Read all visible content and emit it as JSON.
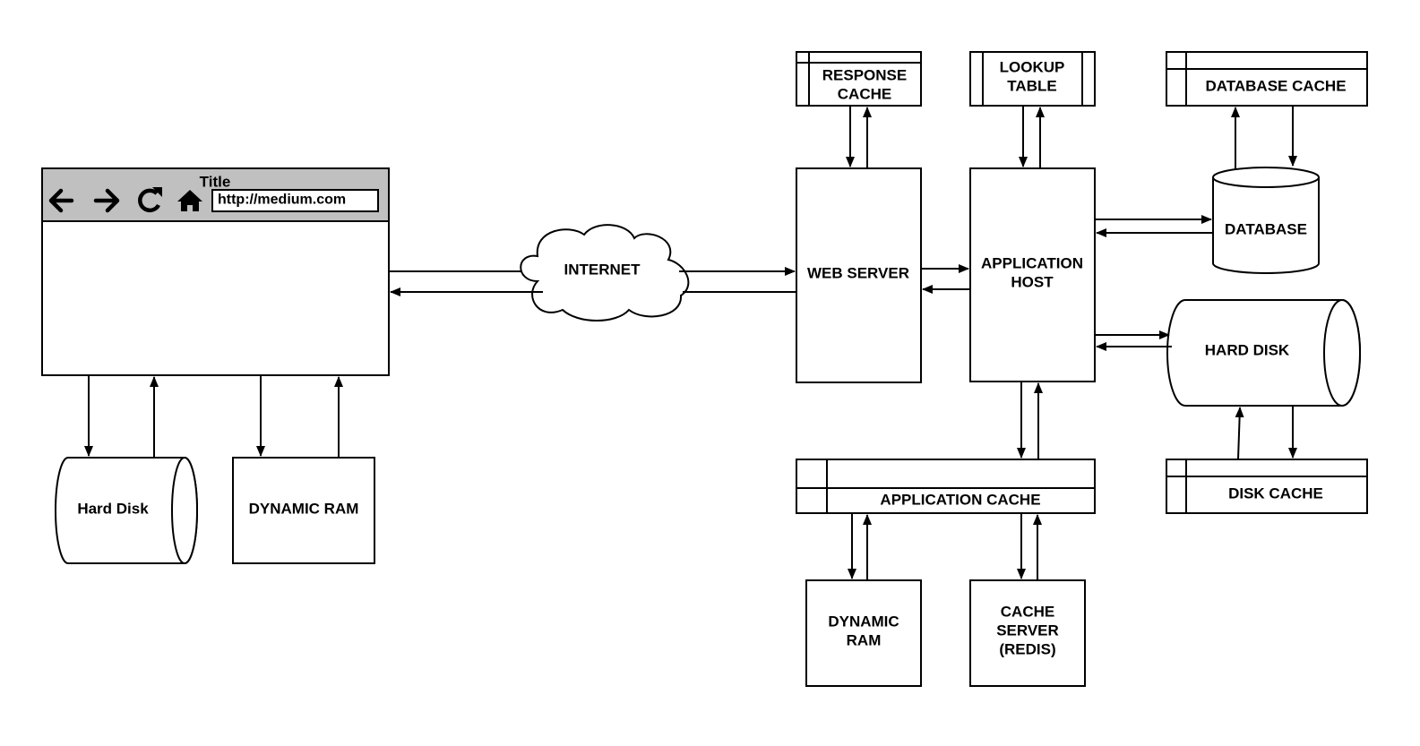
{
  "browser": {
    "title": "Title",
    "url": "http://medium.com",
    "icons": [
      "back-arrow-icon",
      "forward-arrow-icon",
      "reload-icon",
      "home-icon"
    ],
    "toolbar_color": "#c0c0c0"
  },
  "nodes": {
    "client_hard_disk": "Hard Disk",
    "client_dynamic_ram": "DYNAMIC RAM",
    "internet": "INTERNET",
    "response_cache": [
      "RESPONSE",
      "CACHE"
    ],
    "web_server": "WEB SERVER",
    "lookup_table": [
      "LOOKUP",
      "TABLE"
    ],
    "application_host": [
      "APPLICATION",
      "HOST"
    ],
    "database_cache": "DATABASE CACHE",
    "database": "DATABASE",
    "hard_disk": "HARD DISK",
    "disk_cache": "DISK CACHE",
    "application_cache": "APPLICATION CACHE",
    "dynamic_ram": [
      "DYNAMIC",
      "RAM"
    ],
    "cache_server": [
      "CACHE",
      "SERVER",
      "(REDIS)"
    ]
  }
}
